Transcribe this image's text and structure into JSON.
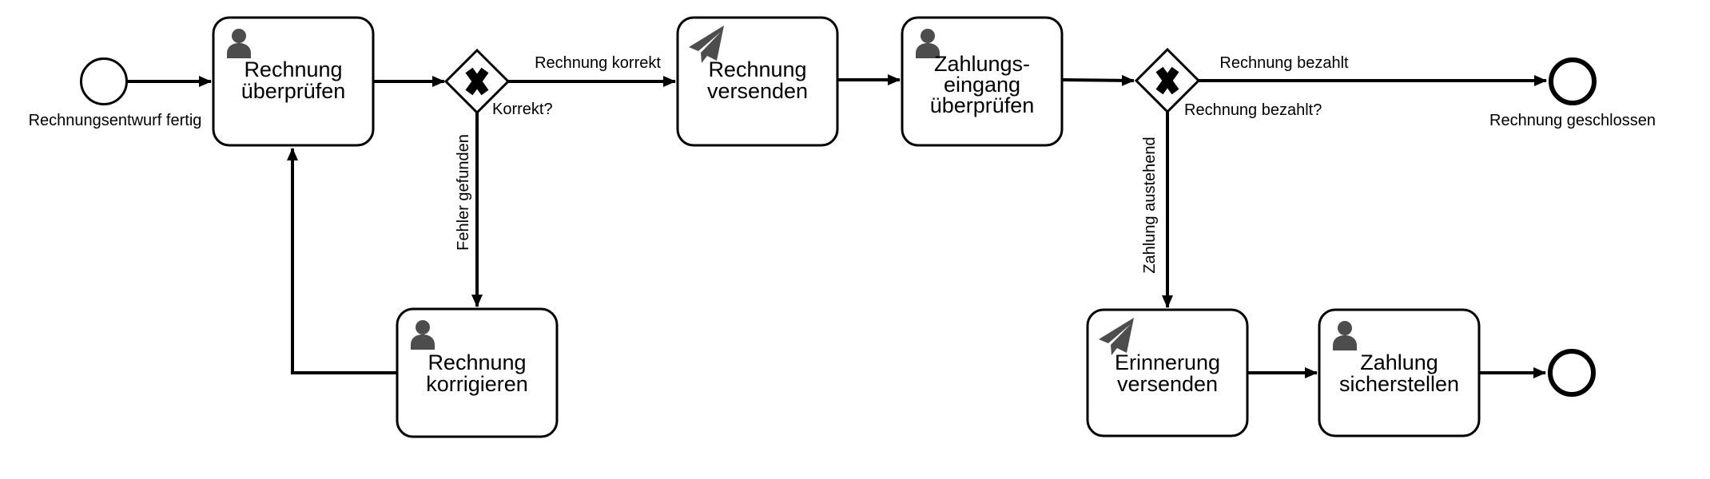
{
  "diagram": {
    "kind": "BPMN process diagram",
    "background_color": "#ffffff",
    "shape_stroke_color": "#000000",
    "icon_color": "#4d4d4d"
  },
  "events": {
    "start": {
      "label": "Rechnungsentwurf fertig"
    },
    "end_closed": {
      "label": "Rechnung geschlossen"
    },
    "end_bottom": {
      "label": ""
    }
  },
  "tasks": [
    {
      "id": "check-invoice",
      "icon": "user-icon",
      "lines": [
        "Rechnung",
        "überprüfen"
      ]
    },
    {
      "id": "send-invoice",
      "icon": "send-icon",
      "lines": [
        "Rechnung",
        "versenden"
      ]
    },
    {
      "id": "check-payment",
      "icon": "user-icon",
      "lines": [
        "Zahlungs-",
        "eingang",
        "überprüfen"
      ]
    },
    {
      "id": "correct-invoice",
      "icon": "user-icon",
      "lines": [
        "Rechnung",
        "korrigieren"
      ]
    },
    {
      "id": "send-reminder",
      "icon": "send-icon",
      "lines": [
        "Erinnerung",
        "versenden"
      ]
    },
    {
      "id": "secure-payment",
      "icon": "user-icon",
      "lines": [
        "Zahlung",
        "sicherstellen"
      ]
    }
  ],
  "gateways": [
    {
      "id": "correct",
      "type": "exclusive-xor",
      "label": "Korrekt?"
    },
    {
      "id": "paid",
      "type": "exclusive-xor",
      "label": "Rechnung bezahlt?"
    }
  ],
  "flow_labels": {
    "invoice_correct": "Rechnung korrekt",
    "error_found": "Fehler gefunden",
    "invoice_paid": "Rechnung bezahlt",
    "payment_outstanding": "Zahlung austehend"
  }
}
